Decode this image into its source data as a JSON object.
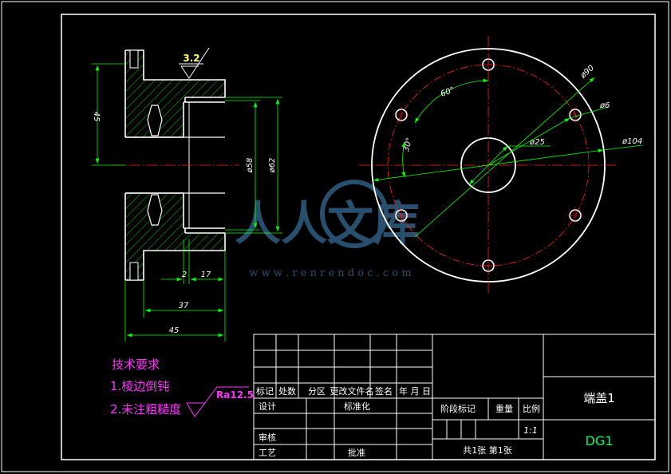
{
  "drawing": {
    "colors": {
      "background": "#000000",
      "outline": "#ffffff",
      "dimension": "#00ff00",
      "centerline": "#ff2020",
      "hatch": "#00ff00",
      "notes": "#ff33ff",
      "code": "#00ff66",
      "watermark": "#4a90c8"
    },
    "surface_finish_top": "3.2",
    "side_view": {
      "dims": {
        "height_45": "45",
        "dia_58": "ø58",
        "dia_62": "ø62",
        "width_2": "2",
        "width_17": "17",
        "length_37": "37",
        "length_45": "45"
      }
    },
    "front_view": {
      "dims": {
        "dia_90": "ø90",
        "dia_6": "ø6",
        "dia_25": "ø25",
        "dia_104": "ø104",
        "angle_60": "60°",
        "angle_30": "30°"
      }
    },
    "notes": {
      "title": "技术要求",
      "item1": "1.棱边倒钝",
      "item2": "2.未注粗糙度",
      "roughness": "Ra12.5"
    },
    "title_block": {
      "row_headers": [
        "标记",
        "处数",
        "分区",
        "更改文件名",
        "签名",
        "年 月 日"
      ],
      "design": "设计",
      "standardize": "标准化",
      "review": "审核",
      "process": "工艺",
      "approve": "批准",
      "stage_mark": "阶段标记",
      "weight": "重量",
      "scale": "比例",
      "scale_value": "1:1",
      "sheets": "共1张  第1张",
      "part_name": "端盖1",
      "drawing_code": "DG1"
    },
    "watermark": {
      "text": "人人文库",
      "url": "w w w . r e n r e n d o c . c o m"
    }
  }
}
